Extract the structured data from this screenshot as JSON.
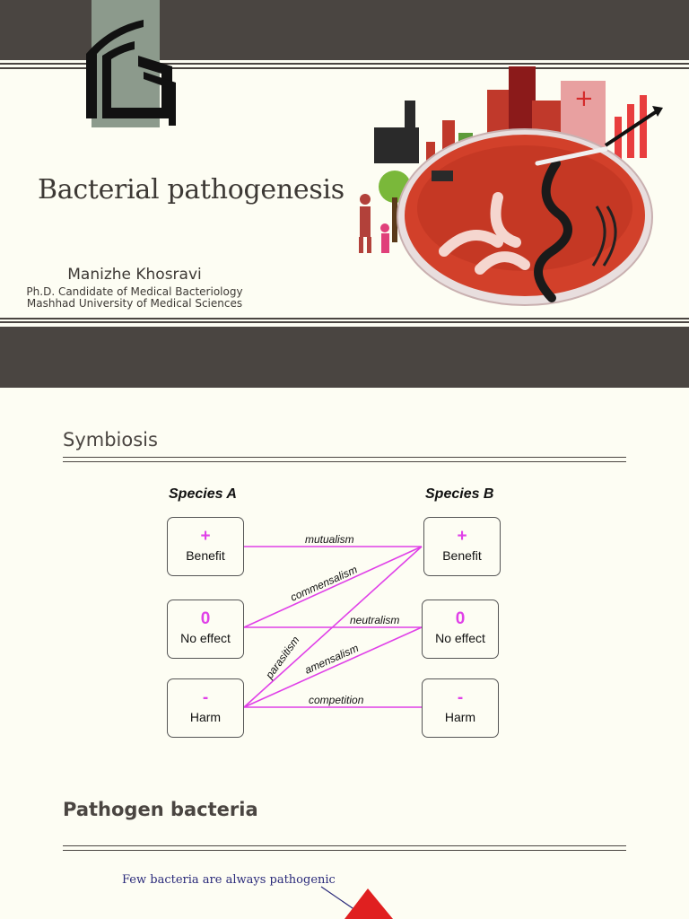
{
  "slide1": {
    "title": "Bacterial pathogenesis",
    "author": {
      "name": "Manizhe Khosravi",
      "degree": "Ph.D. Candidate of Medical Bacteriology",
      "affiliation": "Mashhad University of Medical Sciences"
    },
    "colors": {
      "band": "#4a4541",
      "background": "#fdfdf3",
      "dish": "#d2402a"
    }
  },
  "slide2": {
    "title": "Symbiosis",
    "species_a_heading": "Species A",
    "species_b_heading": "Species B",
    "boxes": [
      {
        "symbol": "+",
        "label": "Benefit"
      },
      {
        "symbol": "0",
        "label": "No effect"
      },
      {
        "symbol": "-",
        "label": "Harm"
      }
    ],
    "relations": [
      {
        "label": "mutualism",
        "from": "Benefit",
        "to": "Benefit"
      },
      {
        "label": "commensalism",
        "from": "No effect",
        "to": "Benefit"
      },
      {
        "label": "neutralism",
        "from": "No effect",
        "to": "No effect"
      },
      {
        "label": "parasitism",
        "from": "Harm",
        "to": "Benefit"
      },
      {
        "label": "amensalism",
        "from": "Harm",
        "to": "No effect"
      },
      {
        "label": "competition",
        "from": "Harm",
        "to": "Harm"
      }
    ],
    "line_color": "#e040e8"
  },
  "slide3": {
    "title": "Pathogen bacteria",
    "note": "Few bacteria are always pathogenic"
  }
}
